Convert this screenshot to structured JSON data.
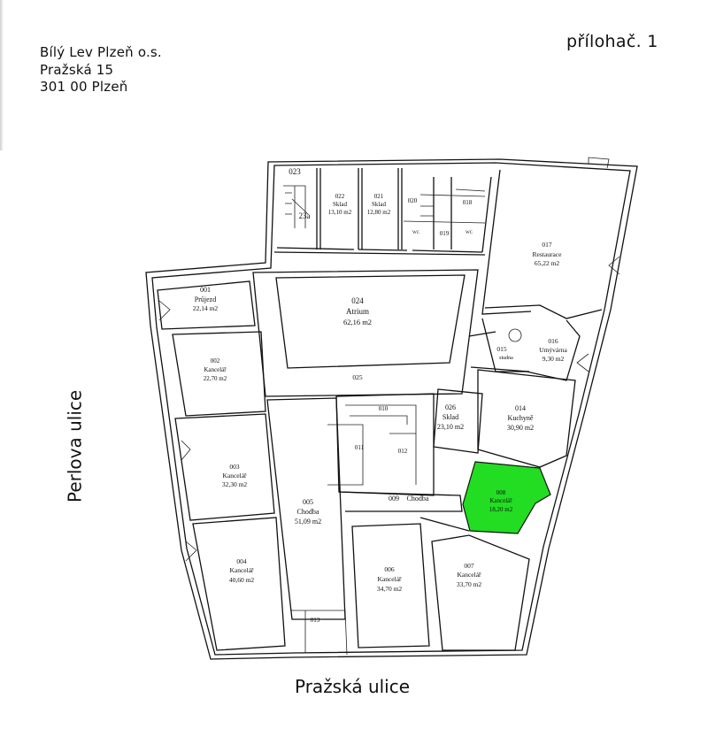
{
  "header": {
    "org": "Bílý Lev Plzeň o.s.",
    "street": "Pražská 15",
    "city": "301 00 Plzeň",
    "attachment": "přílohač. 1"
  },
  "streets": {
    "south": "Pražská ulice",
    "west": "Perlova ulice"
  },
  "colors": {
    "highlight": "#22dd22",
    "wall": "#111111"
  },
  "rooms": [
    {
      "id": "001",
      "name": "Průjezd",
      "area": "22,14 m2"
    },
    {
      "id": "002",
      "name": "Kancelář",
      "area": "22,70 m2"
    },
    {
      "id": "003",
      "name": "Kancelář",
      "area": "32,30 m2"
    },
    {
      "id": "004",
      "name": "Kancelář",
      "area": "40,60 m2"
    },
    {
      "id": "005",
      "name": "Chodba",
      "area": "51,09 m2"
    },
    {
      "id": "006",
      "name": "Kancelář",
      "area": "34,70 m2"
    },
    {
      "id": "007",
      "name": "Kancelář",
      "area": "33,70 m2"
    },
    {
      "id": "008",
      "name": "Kancelář",
      "area": "18,20 m2",
      "highlighted": true
    },
    {
      "id": "009",
      "name": "Chodba",
      "area": ""
    },
    {
      "id": "010",
      "name": "",
      "area": ""
    },
    {
      "id": "011",
      "name": "",
      "area": ""
    },
    {
      "id": "012",
      "name": "",
      "area": ""
    },
    {
      "id": "013",
      "name": "",
      "area": ""
    },
    {
      "id": "014",
      "name": "Kuchyně",
      "area": "30,90 m2"
    },
    {
      "id": "015",
      "name": "studna",
      "area": ""
    },
    {
      "id": "016",
      "name": "Umývárna",
      "area": "9,30 m2"
    },
    {
      "id": "017",
      "name": "Restaurace",
      "area": "65,22 m2"
    },
    {
      "id": "018",
      "name": "",
      "area": ""
    },
    {
      "id": "019",
      "name": "",
      "area": ""
    },
    {
      "id": "020",
      "name": "",
      "area": ""
    },
    {
      "id": "021",
      "name": "Sklad",
      "area": "12,80 m2"
    },
    {
      "id": "022",
      "name": "Sklad",
      "area": "13,10 m2"
    },
    {
      "id": "023",
      "name": "",
      "area": ""
    },
    {
      "id": "023a",
      "name": "23a",
      "area": ""
    },
    {
      "id": "024",
      "name": "Atrium",
      "area": "62,16 m2"
    },
    {
      "id": "025",
      "name": "",
      "area": ""
    },
    {
      "id": "026",
      "name": "Sklad",
      "area": "23,10 m2"
    }
  ],
  "wc": [
    "WC",
    "WC"
  ]
}
